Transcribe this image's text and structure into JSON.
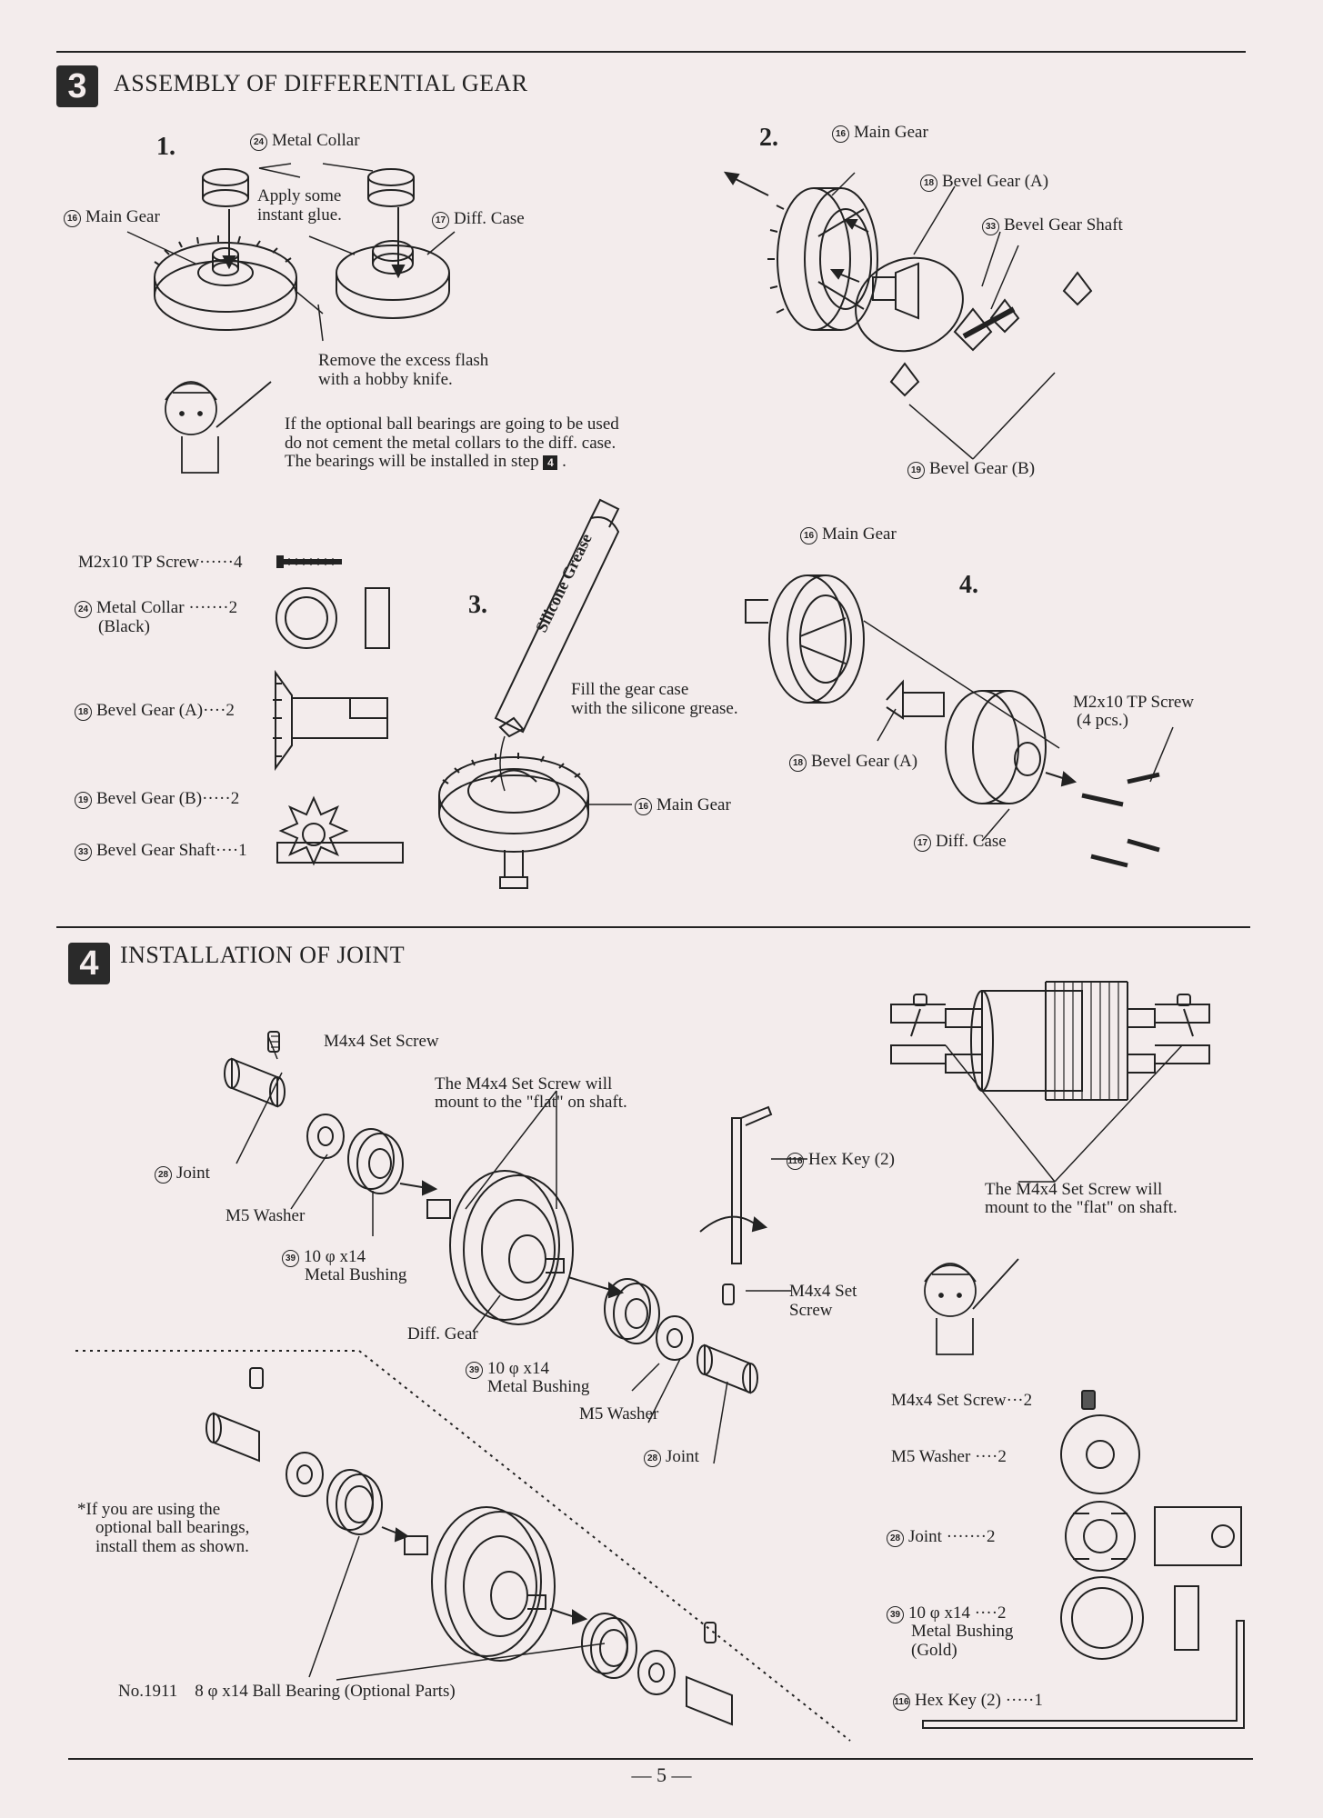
{
  "section3": {
    "number": "3",
    "title": "ASSEMBLY OF DIFFERENTIAL GEAR",
    "step1": {
      "label": "1.",
      "metal_collar": {
        "num": "24",
        "text": "Metal Collar"
      },
      "main_gear": {
        "num": "16",
        "text": "Main Gear"
      },
      "diff_case": {
        "num": "17",
        "text": "Diff. Case"
      },
      "glue_line1": "Apply some",
      "glue_line2": "instant glue.",
      "flash_line1": "Remove the excess flash",
      "flash_line2": "with a hobby knife.",
      "note_line1": "If the optional ball bearings are going to be used",
      "note_line2": "do not cement the metal collars to the diff. case.",
      "note_line3": "The bearings will be installed in step",
      "note_step": "4",
      "note_end": "."
    },
    "step2": {
      "label": "2.",
      "main_gear": {
        "num": "16",
        "text": "Main Gear"
      },
      "bevel_a": {
        "num": "18",
        "text": "Bevel Gear (A)"
      },
      "bevel_shaft": {
        "num": "33",
        "text": "Bevel Gear Shaft"
      },
      "bevel_b": {
        "num": "19",
        "text": "Bevel Gear (B)"
      }
    },
    "parts": [
      {
        "num": "",
        "name": "M2x10 TP Screw",
        "qty": "4"
      },
      {
        "num": "24",
        "name": "Metal Collar",
        "sub": "(Black)",
        "qty": "2"
      },
      {
        "num": "18",
        "name": "Bevel Gear (A)",
        "qty": "2"
      },
      {
        "num": "19",
        "name": "Bevel Gear (B)",
        "qty": "2"
      },
      {
        "num": "33",
        "name": "Bevel Gear Shaft",
        "qty": "1"
      }
    ],
    "step3": {
      "label": "3.",
      "tube_text": "Silicone Grease",
      "fill_line1": "Fill the gear case",
      "fill_line2": "with the silicone grease.",
      "main_gear": {
        "num": "16",
        "text": "Main Gear"
      }
    },
    "step4": {
      "label": "4.",
      "main_gear": {
        "num": "16",
        "text": "Main Gear"
      },
      "screw_line1": "M2x10 TP Screw",
      "screw_line2": "(4 pcs.)",
      "bevel_a": {
        "num": "18",
        "text": "Bevel Gear (A)"
      },
      "diff_case": {
        "num": "17",
        "text": "Diff. Case"
      }
    }
  },
  "section4": {
    "number": "4",
    "title": "INSTALLATION OF JOINT",
    "set_screw_top": "M4x4 Set Screw",
    "flat_line1": "The M4x4 Set Screw will",
    "flat_line2": "mount to the \"flat\" on shaft.",
    "joint_left": {
      "num": "28",
      "text": "Joint"
    },
    "m5_washer_left": "M5 Washer",
    "bushing_left": {
      "num": "39",
      "line1": "10 φ x14",
      "line2": "Metal Bushing"
    },
    "hex_key": {
      "num": "116",
      "text": "Hex Key (2)"
    },
    "set_screw_right_line1": "M4x4 Set",
    "set_screw_right_line2": "Screw",
    "diff_gear": "Diff. Gear",
    "bushing_right": {
      "num": "39",
      "line1": "10 φ x14",
      "line2": "Metal Bushing"
    },
    "m5_washer_right": "M5 Washer",
    "joint_right": {
      "num": "28",
      "text": "Joint"
    },
    "flat2_line1": "The M4x4 Set Screw will",
    "flat2_line2": "mount to the \"flat\" on shaft.",
    "optional_line1": "*If you are using the",
    "optional_line2": "optional ball bearings,",
    "optional_line3": "install them as shown.",
    "bearing_note": "No.1911    8 φ x14 Ball Bearing (Optional Parts)",
    "parts": [
      {
        "num": "",
        "name": "M4x4 Set Screw",
        "qty": "2"
      },
      {
        "num": "",
        "name": "M5 Washer",
        "qty": "2"
      },
      {
        "num": "28",
        "name": "Joint",
        "qty": "2"
      },
      {
        "num": "39",
        "name": "10 φ x14",
        "sub1": "Metal Bushing",
        "sub2": "(Gold)",
        "qty": "2"
      },
      {
        "num": "116",
        "name": "Hex Key (2)",
        "qty": "1"
      }
    ]
  },
  "page_number": "— 5 —",
  "colors": {
    "paper": "#f3ecec",
    "ink": "#222222"
  }
}
